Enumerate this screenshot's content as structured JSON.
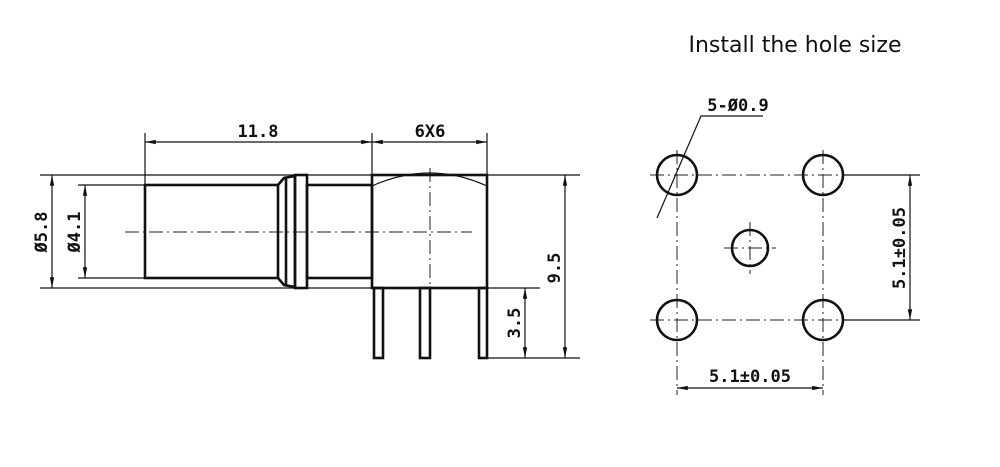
{
  "title": "Install the hole size",
  "side_view": {
    "length_label": "11.8",
    "body_label": "6X6",
    "outer_dia_label": "Ø5.8",
    "inner_dia_label": "Ø4.1",
    "height_label": "9.5",
    "pin_label": "3.5"
  },
  "hole_layout": {
    "hole_label": "5-Ø0.9",
    "vertical_pitch_label": "5.1±0.05",
    "horizontal_pitch_label": "5.1±0.05"
  }
}
